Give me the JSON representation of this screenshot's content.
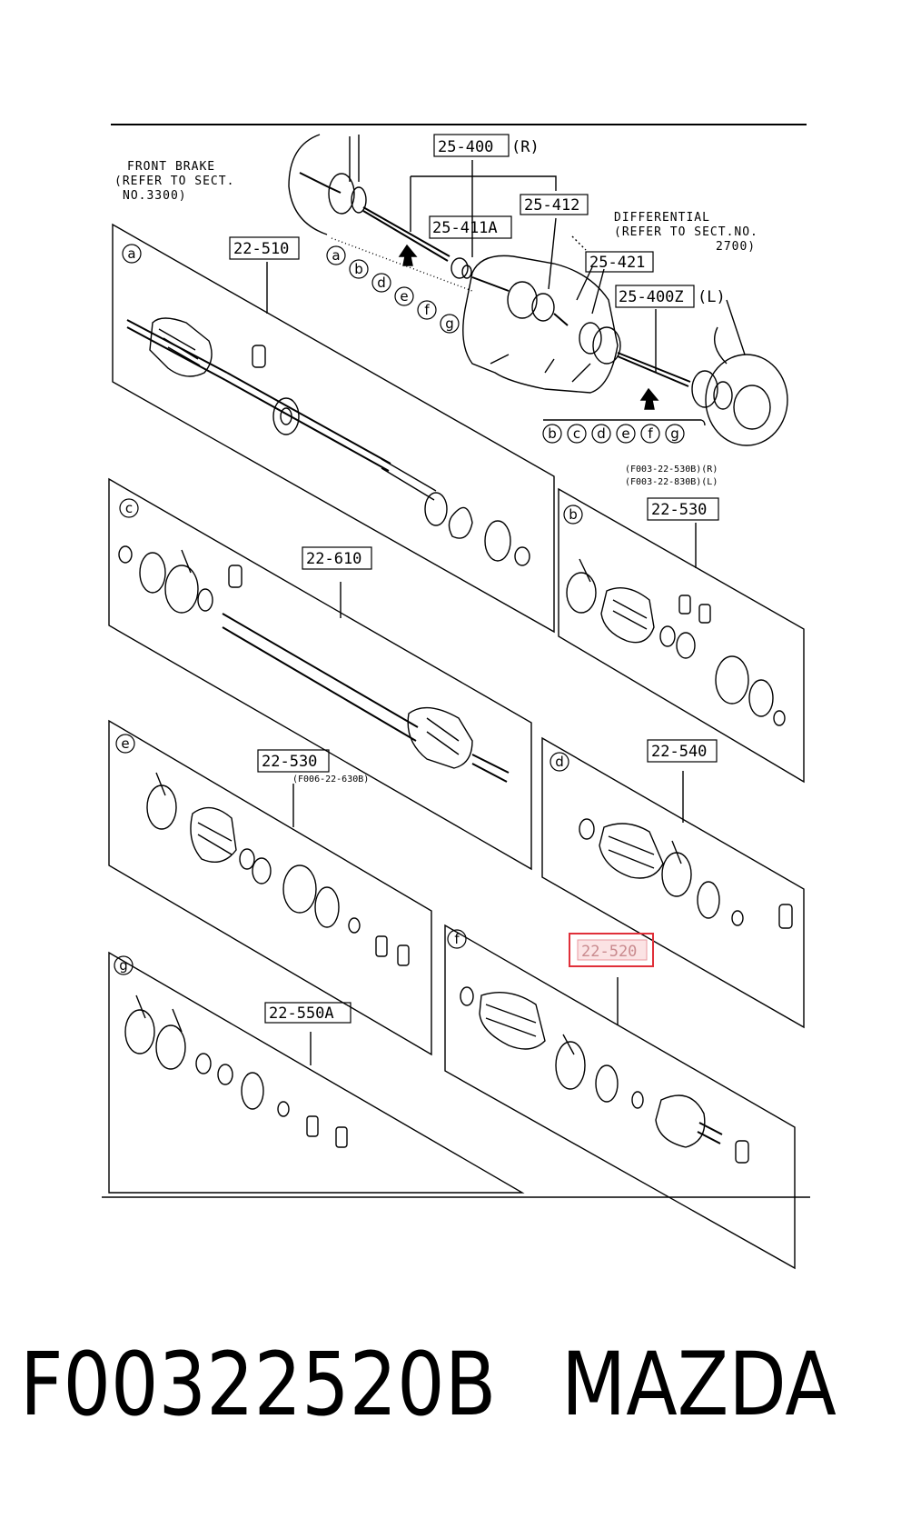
{
  "diagram": {
    "notes": {
      "front_brake": [
        "FRONT BRAKE",
        "(REFER TO SECT.",
        "NO.3300)"
      ],
      "differential": [
        "DIFFERENTIAL",
        "(REFER TO SECT.NO.",
        "2700)"
      ]
    },
    "callouts": {
      "c_25_400": "25-400",
      "c_25_400_side": "(R)",
      "c_25_412": "25-412",
      "c_25_411a": "25-411A",
      "c_25_421": "25-421",
      "c_25_400z": "25-400Z",
      "c_25_400z_side": "(L)",
      "c_22_510": "22-510",
      "c_22_530_top": "22-530",
      "c_22_610": "22-610",
      "c_22_530_e": "22-530",
      "c_22_540": "22-540",
      "c_22_520": "22-520",
      "c_22_550a": "22-550A"
    },
    "subnotes": {
      "f003_r": "(F003-22-530B)(R)",
      "f003_l": "(F003-22-830B)(L)",
      "f006": "(F006-22-630B)"
    },
    "panel_letters": {
      "a": "a",
      "b": "b",
      "c": "c",
      "d": "d",
      "e": "e",
      "f": "f",
      "g": "g"
    },
    "letter_row_upper": [
      "a",
      "b",
      "d",
      "e",
      "f",
      "g"
    ],
    "letter_row_lower": [
      "b",
      "c",
      "d",
      "e",
      "f",
      "g"
    ],
    "highlight_color": "#e0303a"
  },
  "footer": {
    "part_number": "F00322520B",
    "brand": "MAZDA"
  }
}
